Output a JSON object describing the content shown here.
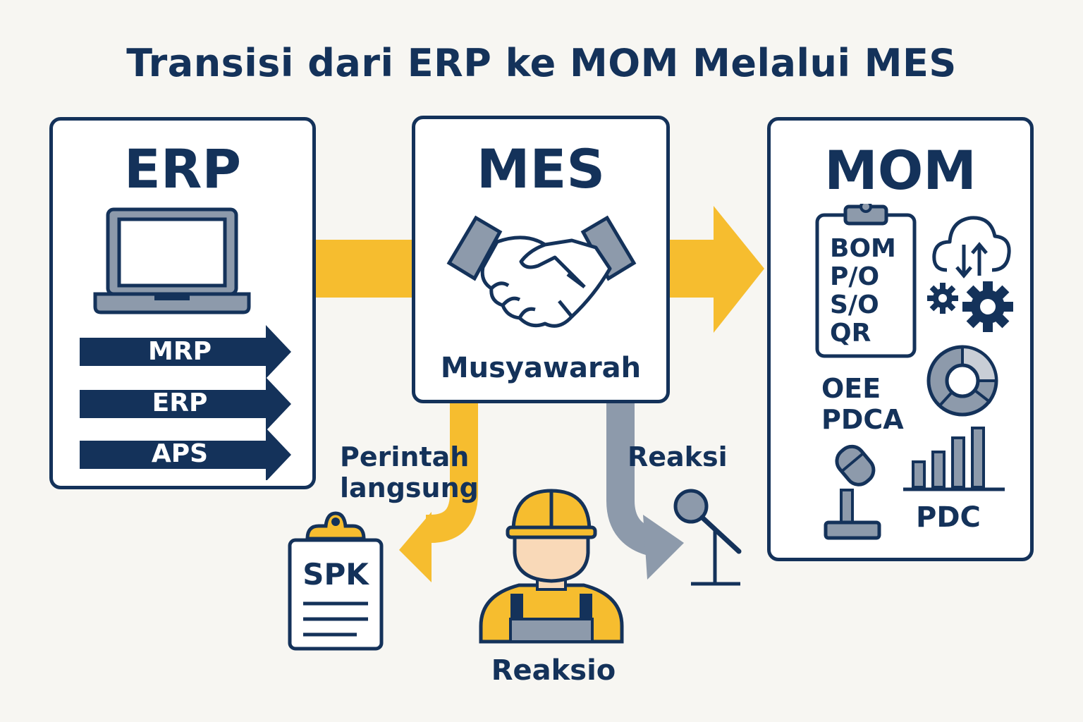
{
  "title": "Transisi dari ERP ke MOM Melalui MES",
  "erp": {
    "heading": "ERP",
    "icon": "laptop-icon",
    "modules": [
      "MRP",
      "ERP",
      "APS"
    ]
  },
  "mes": {
    "heading": "MES",
    "icon": "handshake-icon",
    "caption": "Musyawarah"
  },
  "mom": {
    "heading": "MOM",
    "checklist": [
      "BOM",
      "P/O",
      "S/O",
      "QR"
    ],
    "metrics": [
      "OEE",
      "PDCA"
    ],
    "pdc_label": "PDC",
    "icons": [
      "clipboard-icon",
      "cloud-sync-icon",
      "gears-icon",
      "pie-chart-icon",
      "microphone-icon",
      "bar-chart-icon"
    ]
  },
  "flows": {
    "left_label_line1": "Perintah",
    "left_label_line2": "langsung",
    "right_label": "Reaksi"
  },
  "spk": {
    "label": "SPK",
    "icon": "work-order-clipboard-icon"
  },
  "worker": {
    "label": "Reaksio",
    "icon": "worker-hardhat-icon"
  },
  "mic_icon": "microphone-stand-icon",
  "colors": {
    "navy": "#14325a",
    "yellow": "#f6bd2f",
    "gray": "#8d9aab",
    "background": "#f7f6f2"
  }
}
